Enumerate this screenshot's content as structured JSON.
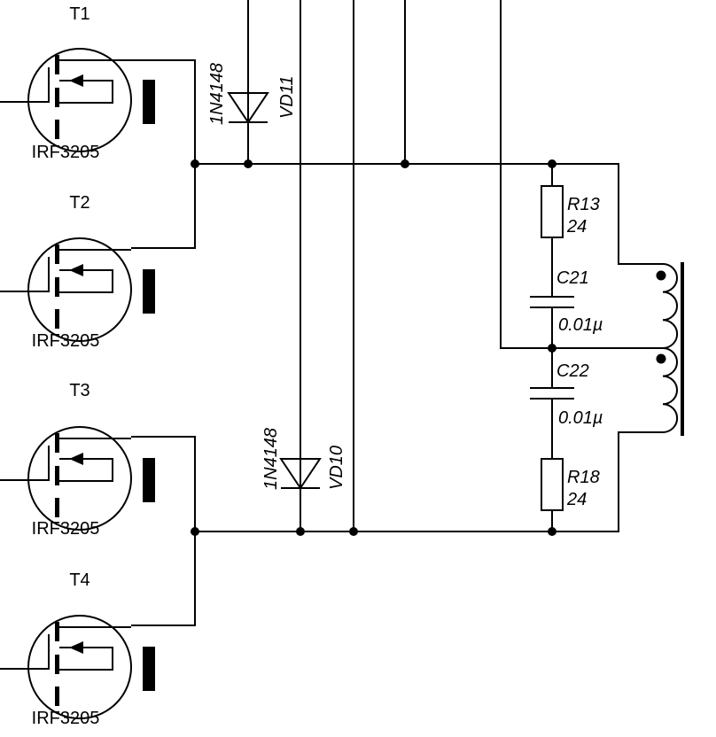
{
  "transistors": [
    {
      "ref": "T1",
      "part": "IRF3205"
    },
    {
      "ref": "T2",
      "part": "IRF3205"
    },
    {
      "ref": "T3",
      "part": "IRF3205"
    },
    {
      "ref": "T4",
      "part": "IRF3205"
    }
  ],
  "diodes": [
    {
      "ref": "VD11",
      "part": "1N4148"
    },
    {
      "ref": "VD10",
      "part": "1N4148"
    }
  ],
  "resistors": [
    {
      "ref": "R13",
      "value": "24"
    },
    {
      "ref": "R18",
      "value": "24"
    }
  ],
  "capacitors": [
    {
      "ref": "C21",
      "value": "0.01µ"
    },
    {
      "ref": "C22",
      "value": "0.01µ"
    }
  ],
  "colors": {
    "ink": "#000000",
    "background": "#ffffff"
  }
}
